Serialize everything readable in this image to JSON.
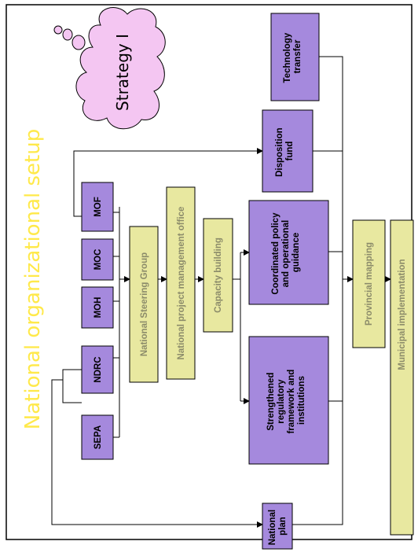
{
  "colors": {
    "purple_box": "#a589dd",
    "yellow_box": "#e8e8a0",
    "cloud": "#f4c6f2",
    "title": "#ffe94a",
    "line": "#000000"
  },
  "title": "National organizational setup",
  "cloud_label": "Strategy I",
  "ministries": [
    "SEPA",
    "NDRC",
    "MOH",
    "MOC",
    "MOF"
  ],
  "steering_group": "National Steering Group",
  "project_office": "National project management office",
  "capacity_building": "Capacity building",
  "national_plan": [
    "National",
    "plan"
  ],
  "regulatory": [
    "Strengthened",
    "regulatory",
    "framework and",
    "institutions"
  ],
  "policy": [
    "Coordinated policy",
    "and operational",
    "guidance"
  ],
  "disposition": [
    "Disposition",
    "fund"
  ],
  "technology": [
    "Technology",
    "transfer"
  ],
  "provincial": "Provincial mapping",
  "municipal": "Municipal implementation"
}
